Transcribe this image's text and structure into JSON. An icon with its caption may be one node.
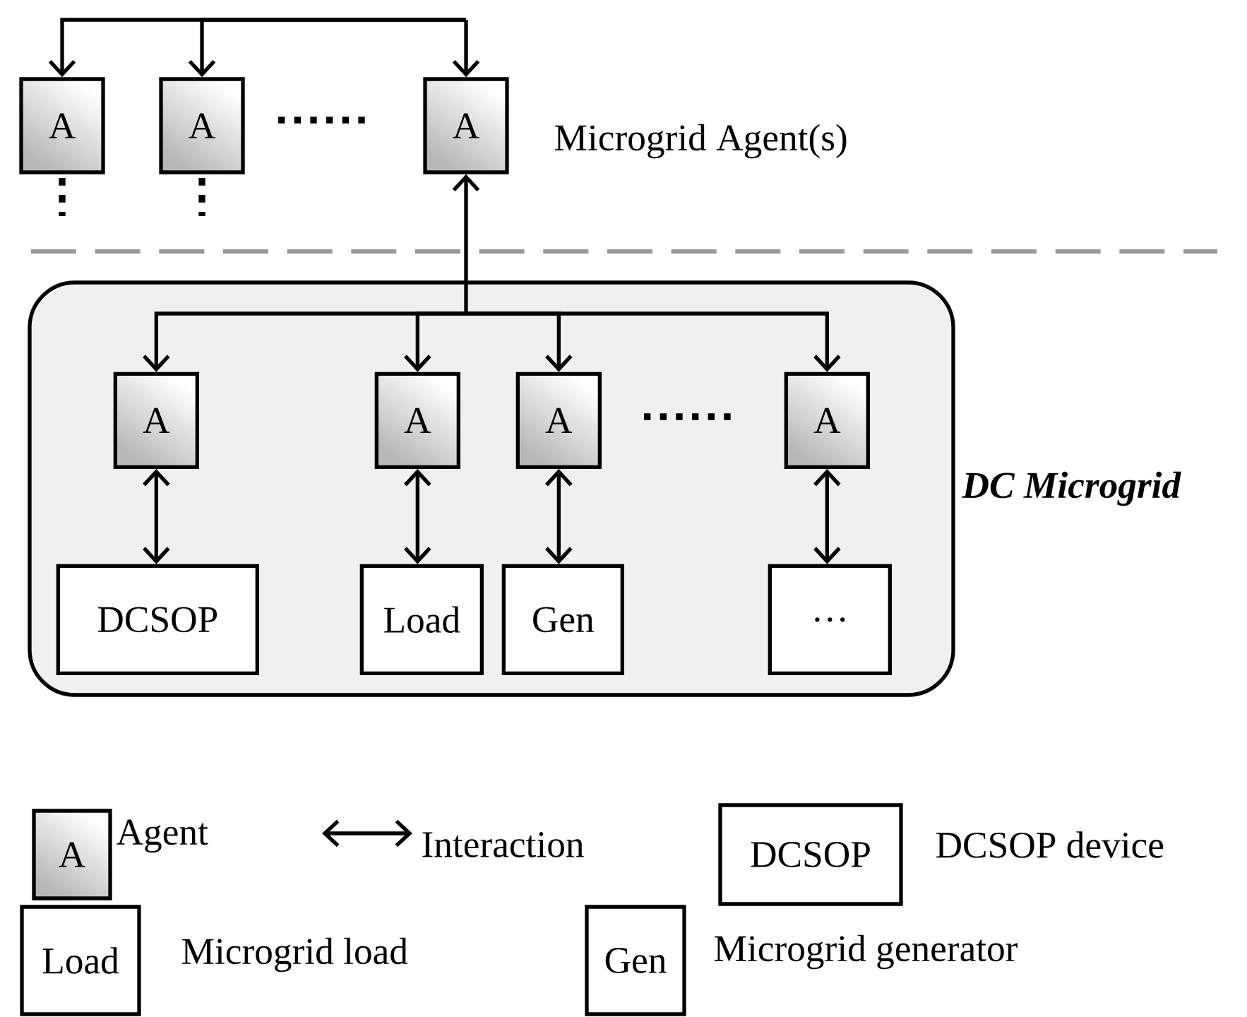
{
  "diagram": {
    "nodes": [
      {
        "text": [
          "A"
        ]
      },
      {
        "text": [
          "A"
        ]
      },
      {
        "text": [
          "A"
        ],
        "beside": [
          "Microgrid Agent(s)"
        ]
      },
      {
        "text": [
          "DC Microgrid"
        ]
      },
      {
        "text": [
          "A"
        ],
        "in": 3
      },
      {
        "text": [
          "A"
        ],
        "in": 3
      },
      {
        "text": [
          "A"
        ],
        "in": 3
      },
      {
        "text": [
          "A"
        ],
        "in": 3
      },
      {
        "text": [
          "DCSOP"
        ],
        "in": 3
      },
      {
        "text": [
          "Load"
        ],
        "in": 3
      },
      {
        "text": [
          "Gen"
        ],
        "in": 3
      },
      {
        "text": [
          "…"
        ],
        "in": 3
      },
      {
        "text": [
          "A"
        ],
        "beside": [
          "Agent"
        ]
      },
      {
        "text": [
          "DCSOP"
        ],
        "beside": [
          "DCSOP device"
        ]
      },
      {
        "text": [
          "Load"
        ],
        "beside": [
          "Microgrid load"
        ]
      },
      {
        "text": [
          "Gen"
        ],
        "beside": [
          "Microgrid generator"
        ]
      }
    ],
    "edges": [
      {
        "from": null,
        "to": 0,
        "arrow": "to"
      },
      {
        "from": null,
        "to": 1,
        "arrow": "to"
      },
      {
        "from": null,
        "to": 2,
        "arrow": "to"
      },
      {
        "from": 2,
        "to": 4,
        "arrow": "both"
      },
      {
        "from": 2,
        "to": 5,
        "arrow": "both"
      },
      {
        "from": 2,
        "to": 6,
        "arrow": "both"
      },
      {
        "from": 2,
        "to": 7,
        "arrow": "both"
      },
      {
        "from": 4,
        "to": 8,
        "arrow": "both"
      },
      {
        "from": 5,
        "to": 9,
        "arrow": "both"
      },
      {
        "from": 6,
        "to": 10,
        "arrow": "both"
      },
      {
        "from": 7,
        "to": 11,
        "arrow": "both"
      }
    ],
    "legend": [
      {
        "text": "Interaction"
      }
    ]
  }
}
